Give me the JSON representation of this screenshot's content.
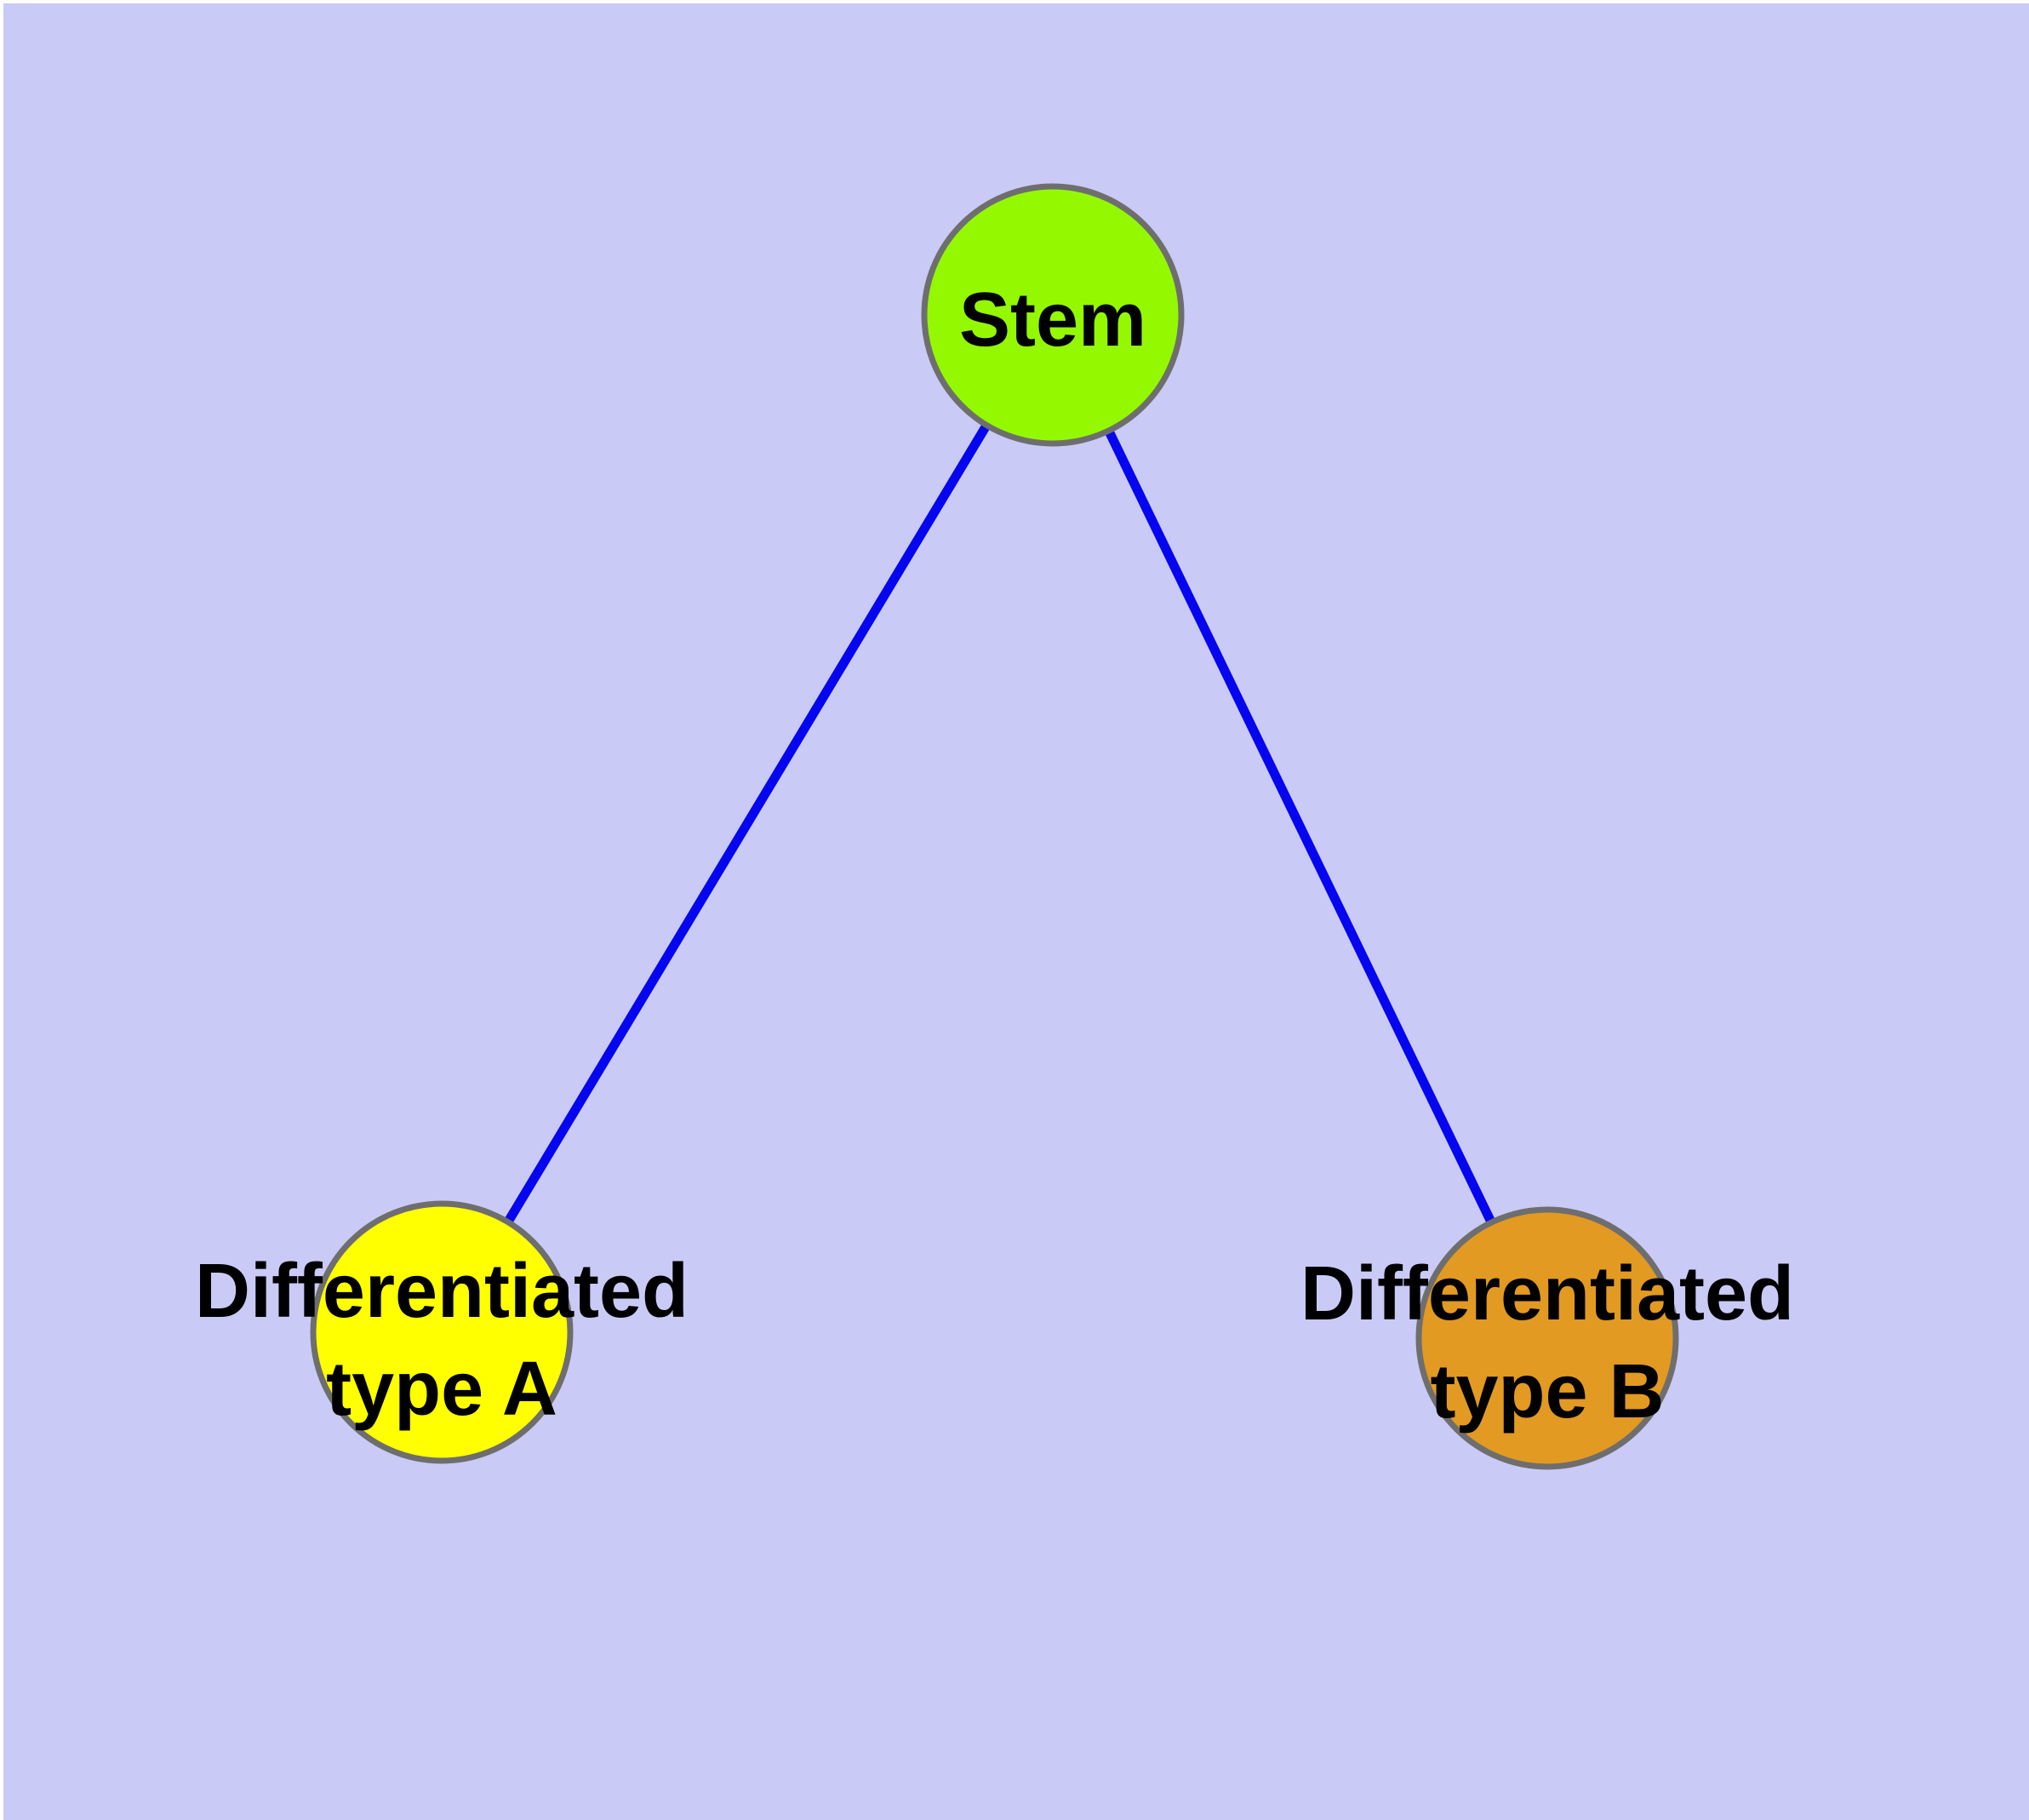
{
  "diagram": {
    "colors": {
      "background": "#cacaf6",
      "page_margin": "#ffffff",
      "edge": "#0505f0",
      "node_border": "#6e6e6e",
      "label_text": "#000000"
    },
    "nodes": {
      "stem": {
        "label": "Stem",
        "fill": "#94f900"
      },
      "type_a": {
        "label_line1": "Differentiated",
        "label_line2": "type A",
        "fill": "#ffff00"
      },
      "type_b": {
        "label_line1": "Differentiated",
        "label_line2": "type B",
        "fill": "#e29a22"
      }
    },
    "edges": [
      {
        "from": "Stem",
        "to": "Differentiated type A"
      },
      {
        "from": "Stem",
        "to": "Differentiated type B"
      }
    ]
  }
}
